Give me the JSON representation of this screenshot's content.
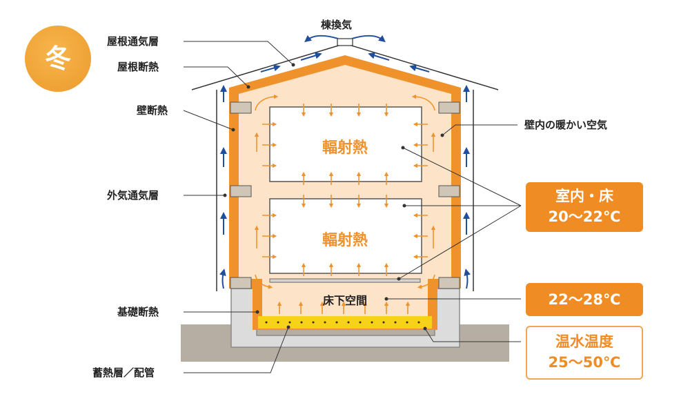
{
  "season": "冬",
  "labels": {
    "ridge_vent": "棟換気",
    "roof_vent_layer": "屋根通気層",
    "roof_insulation": "屋根断熱",
    "wall_insulation": "壁断熱",
    "outer_vent_layer": "外気通気層",
    "foundation_insulation": "基礎断熱",
    "heat_storage": "蓄熱層／配管",
    "warm_air": "壁内の暖かい空気",
    "underfloor": "床下空間",
    "radiant_upper": "輻射熱",
    "radiant_lower": "輻射熱"
  },
  "boxes": {
    "indoor": {
      "title": "室内・床",
      "temp": "20～22℃"
    },
    "underfloor": {
      "temp": "22～28℃"
    },
    "water": {
      "title": "温水温度",
      "temp": "25～50℃"
    }
  },
  "colors": {
    "accent_orange": "#ef8c24",
    "insulation": "#f0922b",
    "interior": "#fde3c7",
    "airflow_blue": "#1f4e9c",
    "ground": "#b7aea3",
    "foundation": "#dcdcdc",
    "heat_layer": "#f6d21a"
  },
  "icons": [
    "airflow-up-arrow",
    "heat-arrow",
    "ridge-vent-arrow"
  ]
}
